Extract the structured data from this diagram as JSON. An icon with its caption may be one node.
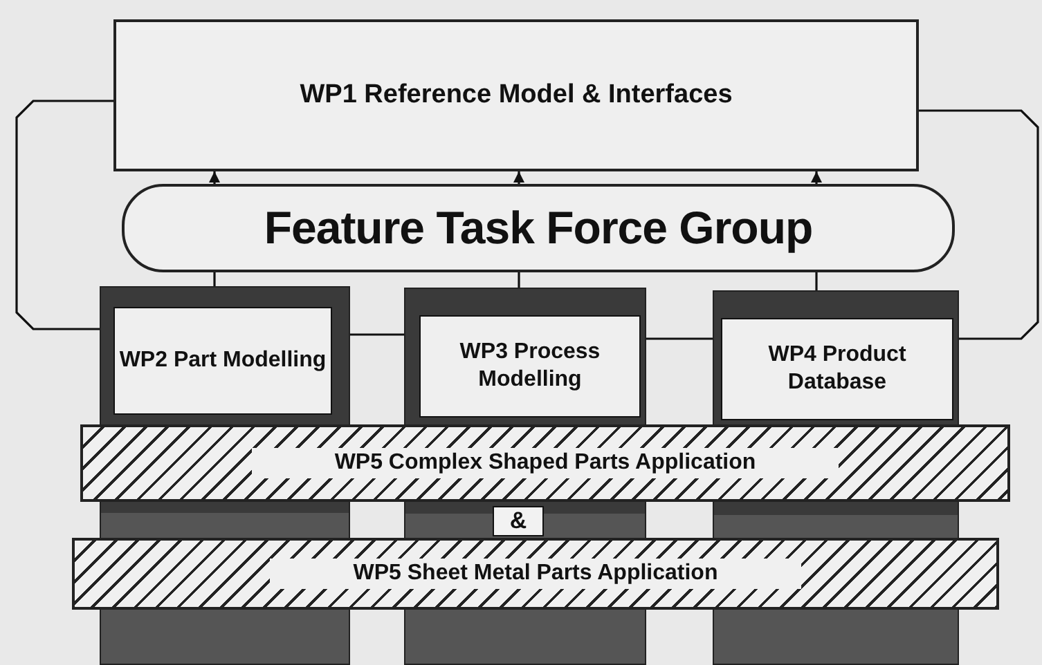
{
  "diagram": {
    "nodes": [
      {
        "text": [
          "WP1 Reference Model & Interfaces"
        ]
      },
      {
        "text": [
          "Feature Task Force Group"
        ]
      },
      {
        "text": [
          "WP2 Part Modelling"
        ]
      },
      {
        "text": [
          "WP3 Process Modelling"
        ]
      },
      {
        "text": [
          "WP4 Product Database"
        ]
      },
      {
        "text": [
          "WP5 Complex Shaped Parts Application"
        ]
      },
      {
        "text": [
          "&"
        ],
        "in": 3
      },
      {
        "text": [
          "WP5 Sheet Metal Parts Application"
        ]
      }
    ],
    "edges": [
      {
        "from": 0,
        "to": 2,
        "arrow": "none"
      },
      {
        "from": 2,
        "to": 3,
        "arrow": "none"
      },
      {
        "from": 3,
        "to": 4,
        "arrow": "none"
      },
      {
        "from": 4,
        "to": 0,
        "arrow": "none"
      },
      {
        "from": 1,
        "to": 0,
        "arrow": "to"
      },
      {
        "from": 1,
        "to": 0,
        "arrow": "to"
      },
      {
        "from": 1,
        "to": 0,
        "arrow": "to"
      },
      {
        "from": 2,
        "to": 1,
        "arrow": "none"
      },
      {
        "from": 3,
        "to": 1,
        "arrow": "none"
      },
      {
        "from": 4,
        "to": 1,
        "arrow": "none"
      }
    ]
  }
}
